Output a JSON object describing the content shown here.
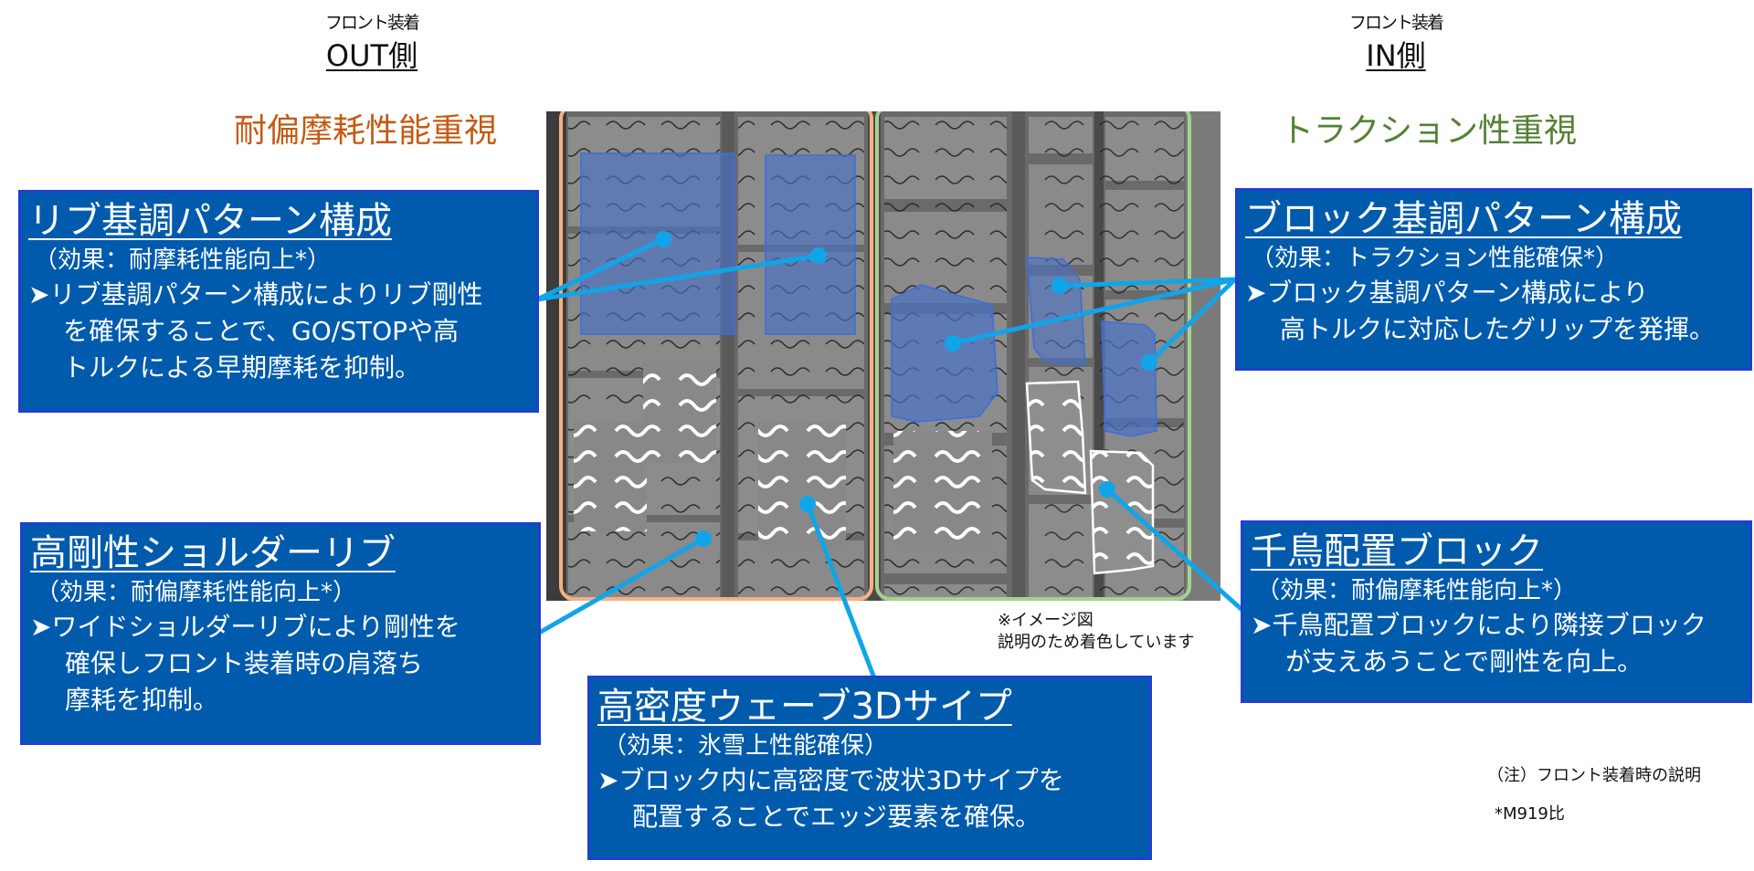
{
  "header": {
    "out_side": {
      "sub": "フロント装着",
      "title": "OUT側",
      "emphasis": "耐偏摩耗性能重視",
      "emphasis_color": "#c55a11",
      "frame_color": "#f4b183"
    },
    "in_side": {
      "sub": "フロント装着",
      "title": "IN側",
      "emphasis": "トラクション性重視",
      "emphasis_color": "#538135",
      "frame_color": "#a9d18e"
    }
  },
  "cards": {
    "rib_pattern": {
      "title": "リブ基調パターン構成",
      "effect": "（効果：耐摩耗性能向上*）",
      "bullet": "➤",
      "lines": [
        "リブ基調パターン構成によりリブ剛性",
        "を確保することで、GO/STOPや高",
        "トルクによる早期摩耗を抑制。"
      ]
    },
    "shoulder_rib": {
      "title": "高剛性ショルダーリブ",
      "effect": "（効果：耐偏摩耗性能向上*）",
      "bullet": "➤",
      "lines": [
        "ワイドショルダーリブにより剛性を",
        "確保しフロント装着時の肩落ち",
        "摩耗を抑制。"
      ]
    },
    "wave_sipe": {
      "title": "高密度ウェーブ3Dサイプ",
      "effect": "（効果：氷雪上性能確保）",
      "bullet": "➤",
      "lines": [
        "ブロック内に高密度で波状3Dサイプを",
        "配置することでエッジ要素を確保。"
      ]
    },
    "block_pattern": {
      "title": "ブロック基調パターン構成",
      "effect": "（効果：トラクション性能確保*）",
      "bullet": "➤",
      "lines": [
        "ブロック基調パターン構成により",
        "高トルクに対応したグリップを発揮。"
      ]
    },
    "staggered_block": {
      "title": "千鳥配置ブロック",
      "effect": "（効果：耐偏摩耗性能向上*）",
      "bullet": "➤",
      "lines": [
        "千鳥配置ブロックにより隣接ブロック",
        "が支えあうことで剛性を向上。"
      ]
    }
  },
  "notes": {
    "image_note": [
      "※イメージ図",
      "説明のため着色しています"
    ],
    "front_note": "（注）フロント装着時の説明",
    "comparison_note": "*M919比"
  },
  "colors": {
    "card_bg": "#005bac",
    "card_border": "#1f3fd0",
    "leader_line": "#10a5e8",
    "highlight_fill": "#4a72c4",
    "tread_gray": "#8a8a8a"
  }
}
